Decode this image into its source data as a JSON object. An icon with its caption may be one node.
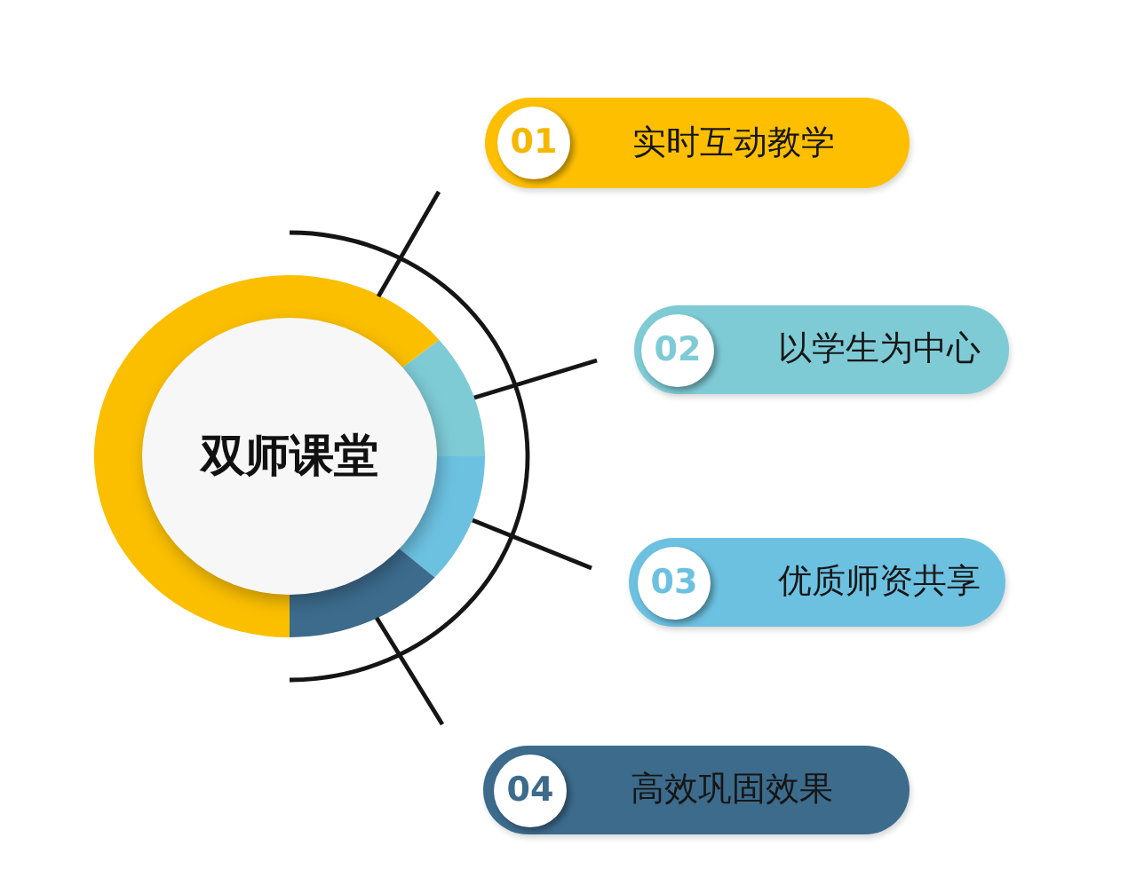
{
  "diagram": {
    "nodes": [
      {
        "text": [
          "双师课堂"
        ]
      },
      {
        "text": [
          "01",
          "实时互动教学"
        ]
      },
      {
        "text": [
          "02",
          "以学生为中心"
        ]
      },
      {
        "text": [
          "03",
          "优质师资共享"
        ]
      },
      {
        "text": [
          "04",
          "高效巩固效果"
        ]
      }
    ]
  }
}
